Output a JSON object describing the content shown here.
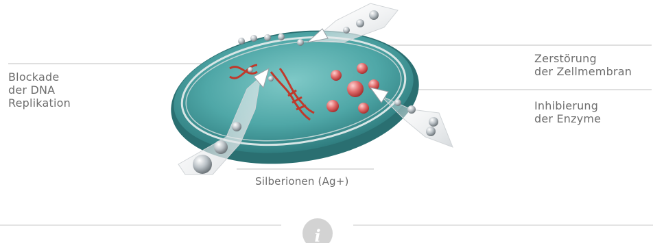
{
  "labels": {
    "dna": [
      "Blockade",
      "der DNA",
      "Replikation"
    ],
    "membrane": [
      "Zerstörung",
      "der Zellmembran"
    ],
    "enzyme": [
      "Inhibierung",
      "der Enzyme"
    ],
    "silver": "Silberionen (Ag+)"
  },
  "info": {
    "icon": "info-icon",
    "glyph": "i"
  },
  "colors": {
    "cell": "#4fa7a7",
    "cell_dark": "#2f7d7f",
    "dna": "#c0392b",
    "enzyme": "#e06a6a",
    "silver": "#c9cfd3",
    "line": "#bfbfbf",
    "text": "#6d6d6d"
  }
}
